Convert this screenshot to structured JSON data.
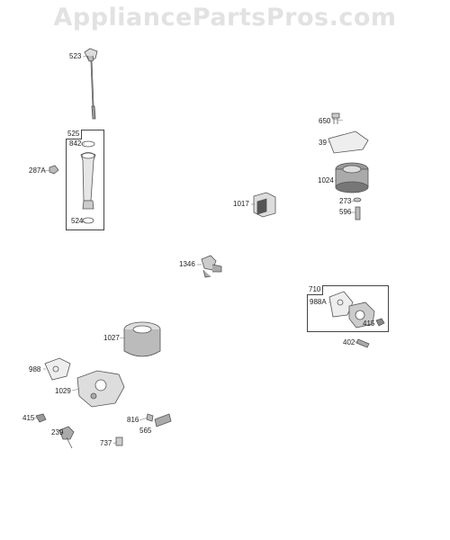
{
  "watermark": "AppliancePartsPros.com",
  "parts": {
    "p523": "523",
    "p525": "525",
    "p842": "842",
    "p287a": "287A",
    "p524": "524",
    "p650": "650",
    "p39": "39",
    "p1024": "1024",
    "p273": "273",
    "p596": "596",
    "p1017": "1017",
    "p1346": "1346",
    "p710": "710",
    "p988a": "988A",
    "p415a": "415",
    "p402": "402",
    "p1027": "1027",
    "p988": "988",
    "p1029": "1029",
    "p415b": "415",
    "p239": "239",
    "p816": "816",
    "p565": "565",
    "p737": "737"
  }
}
